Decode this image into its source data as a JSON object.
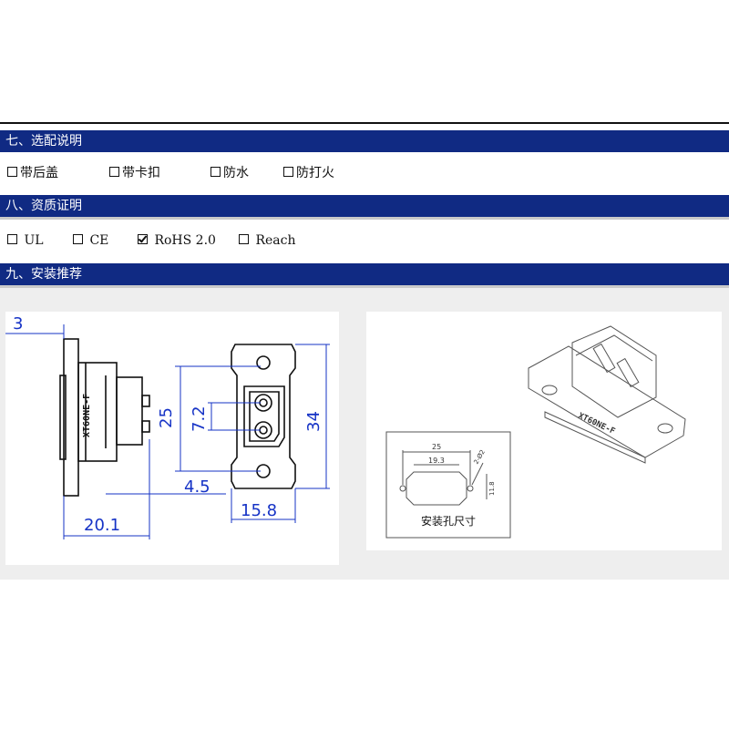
{
  "sections": {
    "s7": {
      "title": "七、选配说明"
    },
    "s8": {
      "title": "八、资质证明"
    },
    "s9": {
      "title": "九、安装推荐"
    }
  },
  "options": [
    {
      "label": "带后盖",
      "checked": false
    },
    {
      "label": "带卡扣",
      "checked": false
    },
    {
      "label": "防水",
      "checked": false
    },
    {
      "label": "防打火",
      "checked": false
    }
  ],
  "certifications": [
    {
      "label": "UL",
      "checked": false
    },
    {
      "label": "CE",
      "checked": false
    },
    {
      "label": "RoHS 2.0",
      "checked": true
    },
    {
      "label": "Reach",
      "checked": false
    }
  ],
  "drawing": {
    "dims": {
      "thickness": "3",
      "depth": "20.1",
      "hole_pitch": "25",
      "pin_pitch": "7.2",
      "height": "34",
      "offset": "4.5",
      "width": "15.8"
    },
    "part_label": "XT60NE-F",
    "mount_hole": {
      "label": "安装孔尺寸",
      "pitch": "25",
      "slot": "19.3",
      "hole": "2-Ø2",
      "height": "11.8"
    }
  },
  "colors": {
    "section_bar": "#102a83",
    "dimension": "#1633c6",
    "install_bg": "#eeeeee"
  }
}
